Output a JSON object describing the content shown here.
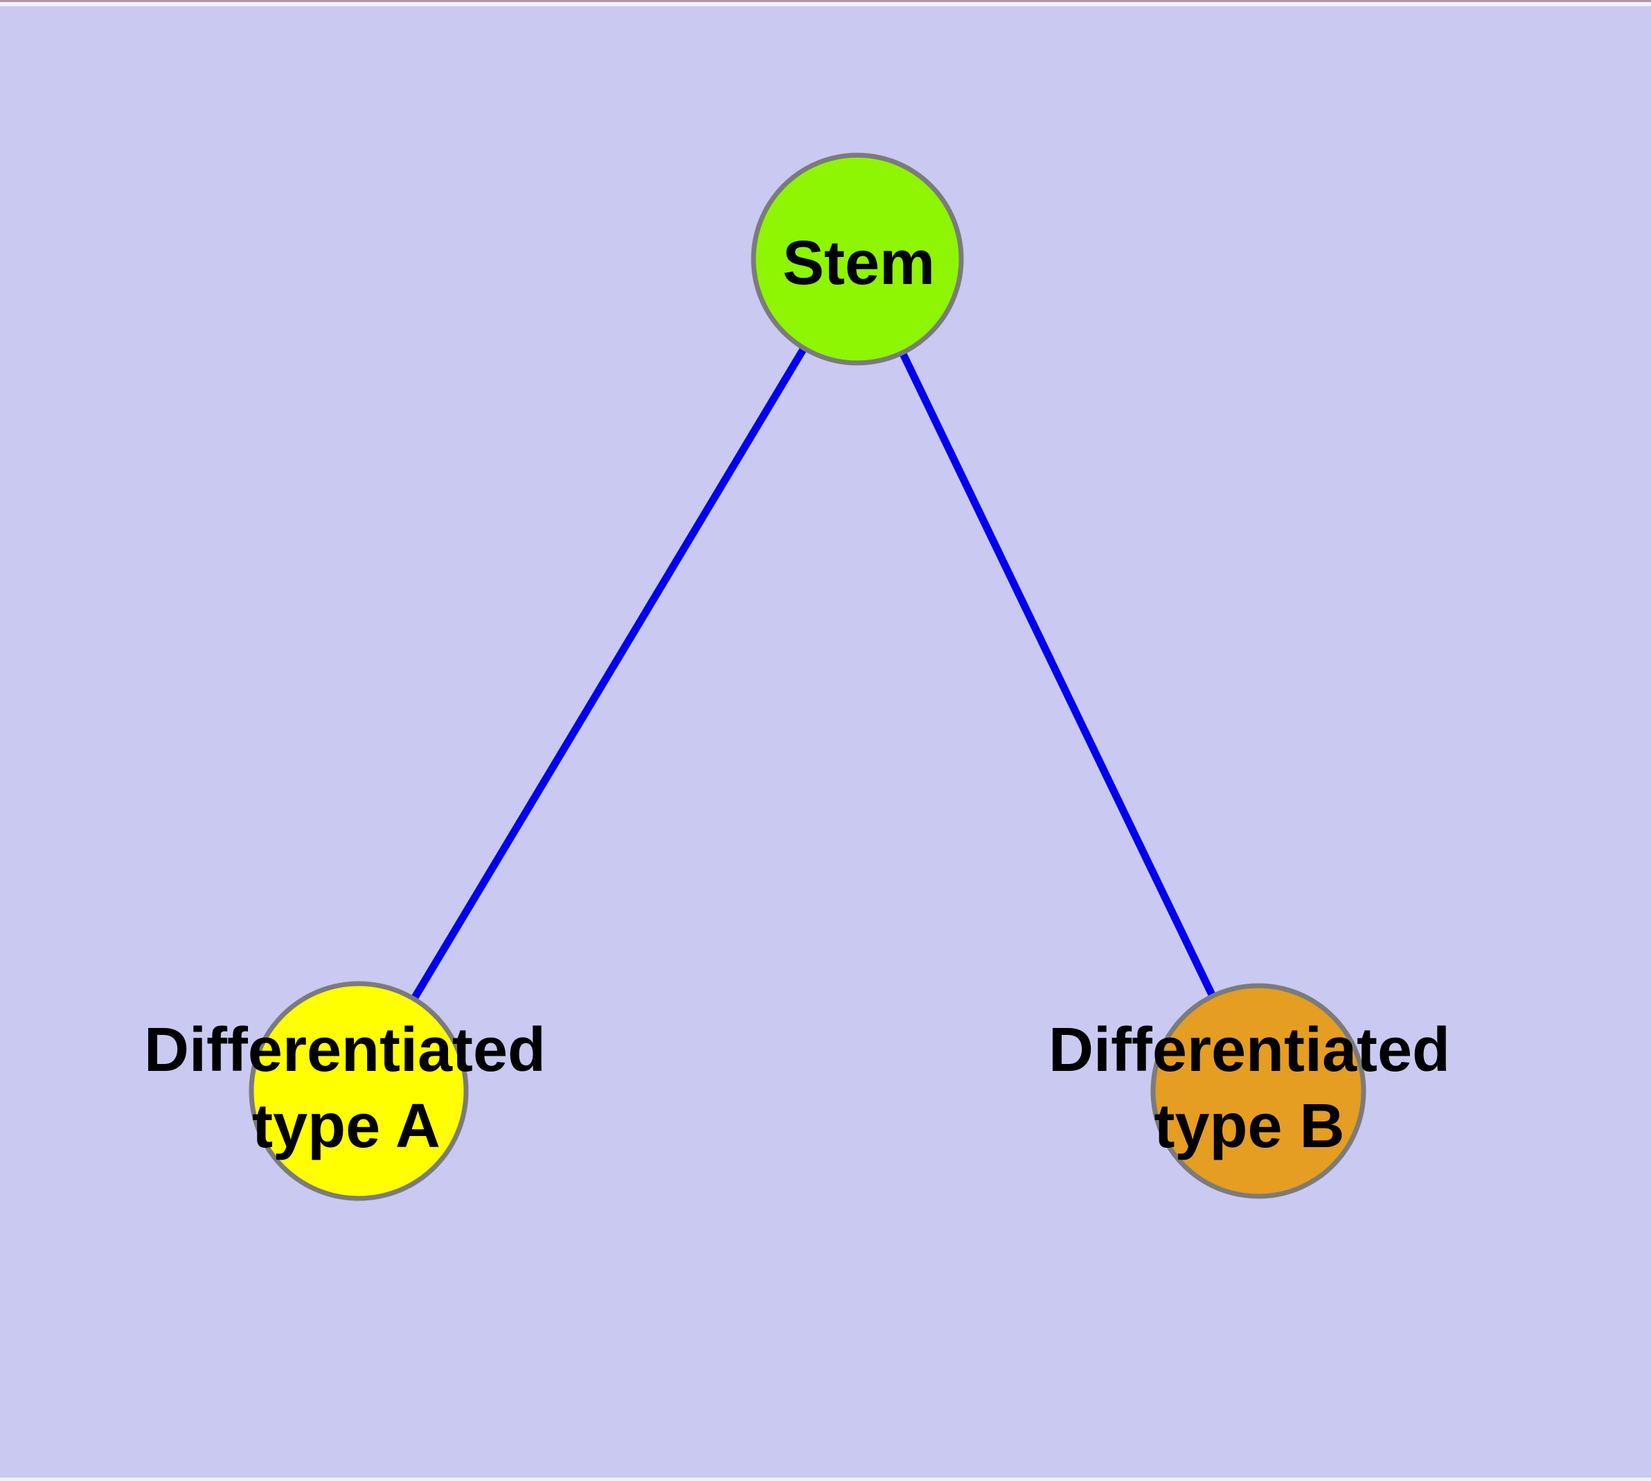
{
  "colors": {
    "background": "#c9c9f2",
    "edge": "#0000ee",
    "node_border": "#7b7b7b",
    "label": "#000000",
    "top_edge_line": "#9c6a60",
    "edge_strip": "#f1f1fb"
  },
  "graph": {
    "type": "node-link-diagram",
    "nodes": [
      {
        "id": "stem",
        "label": "Stem",
        "fill": "#8ef502"
      },
      {
        "id": "differentiated-type-a",
        "label_line1": "Differentiated",
        "label_line2": "type A",
        "fill": "#ffff00"
      },
      {
        "id": "differentiated-type-b",
        "label_line1": "Differentiated",
        "label_line2": "type B",
        "fill": "#e59d22"
      }
    ],
    "edges": [
      {
        "from": "Stem",
        "to": "Differentiated type A"
      },
      {
        "from": "Stem",
        "to": "Differentiated type B"
      }
    ]
  }
}
